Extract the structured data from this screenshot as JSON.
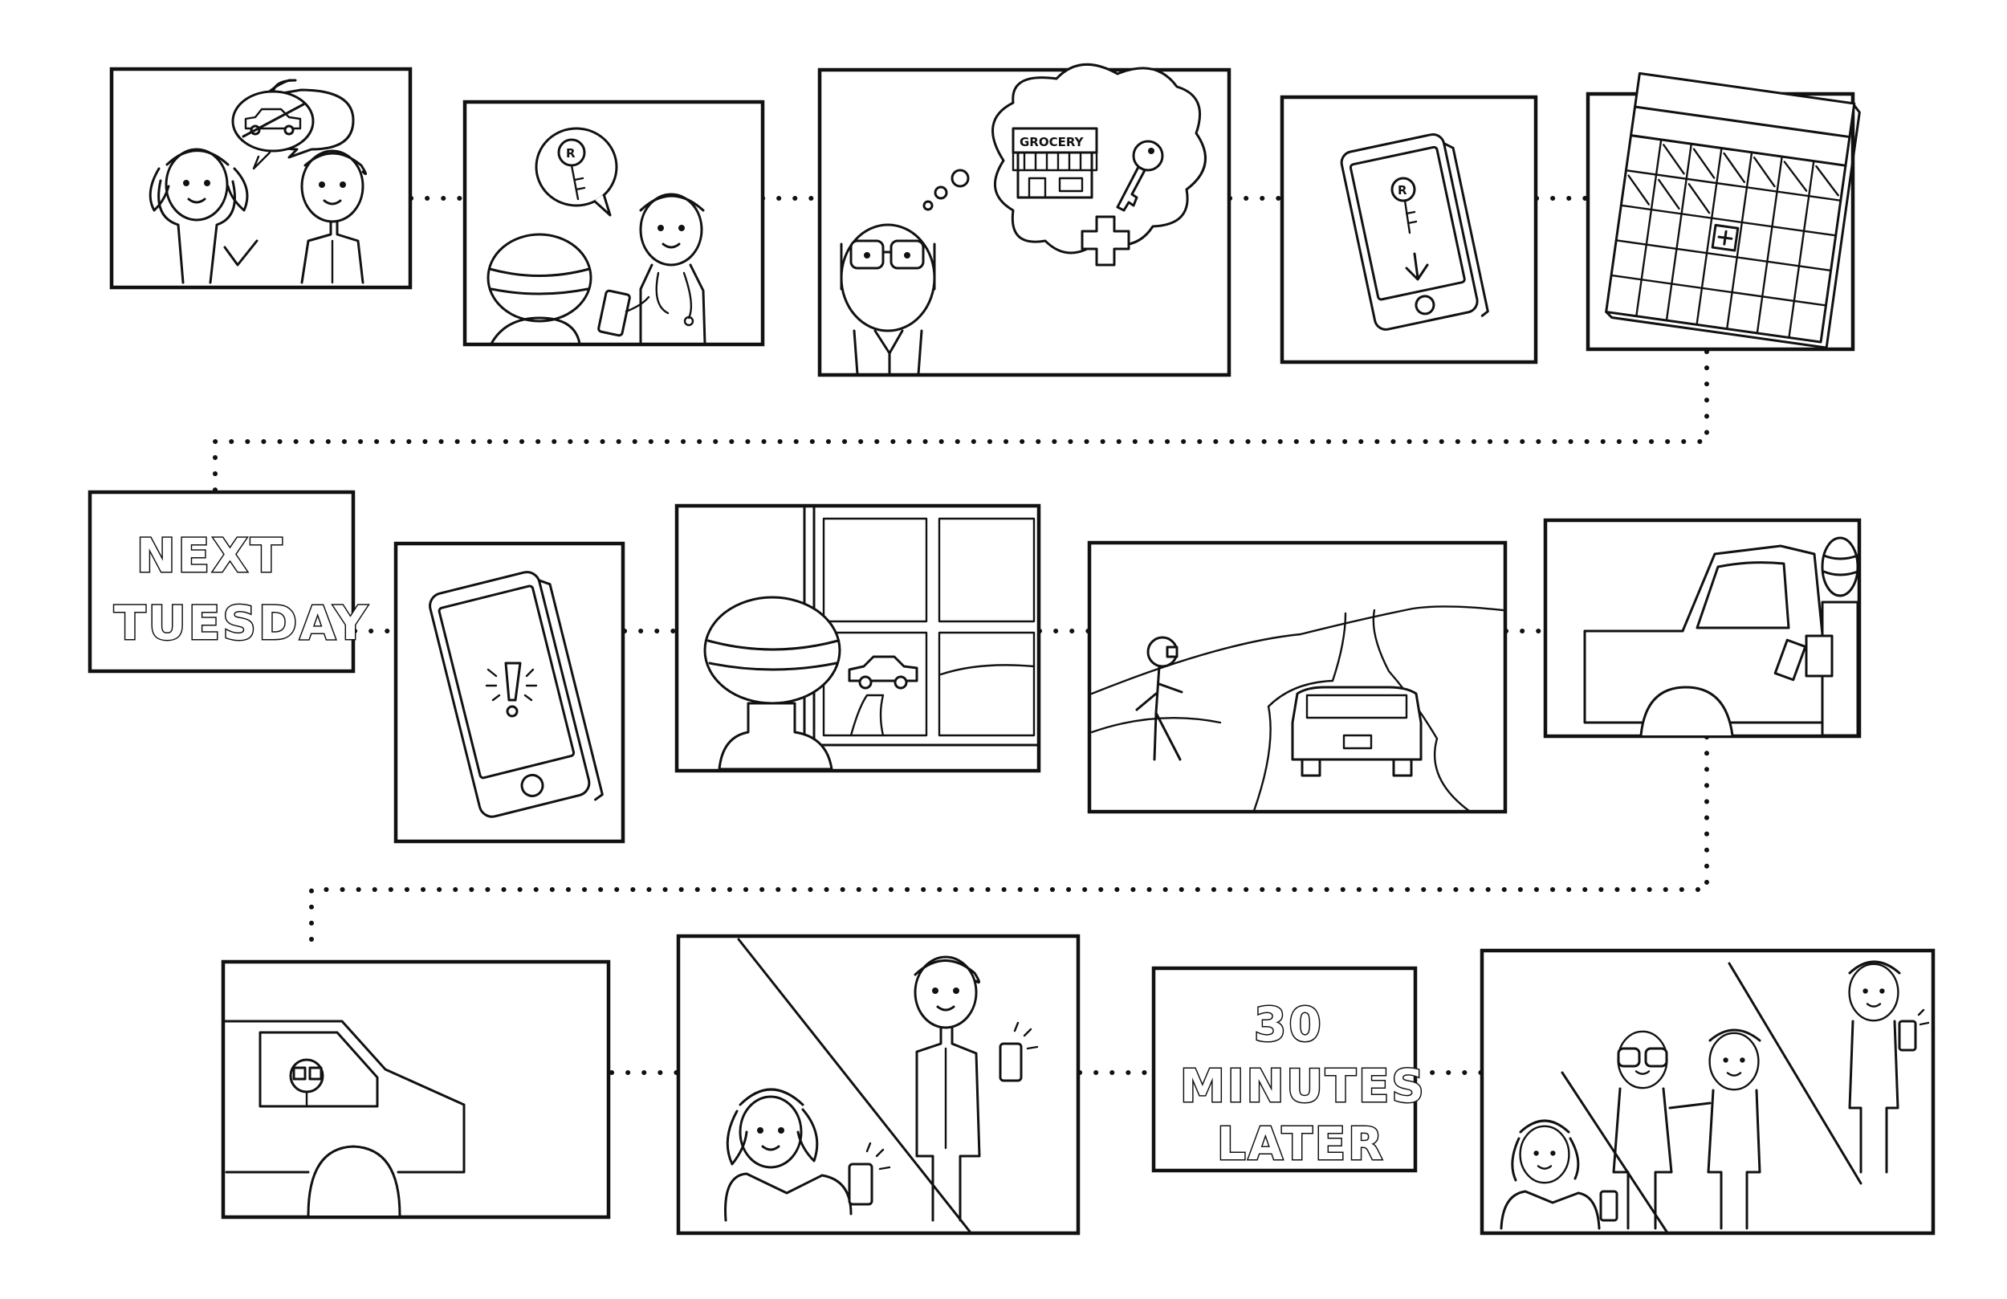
{
  "caption_panels": {
    "next_tuesday": {
      "line1": "NEXT",
      "line2": "TUESDAY"
    },
    "thirty_minutes_later": {
      "line1": "30",
      "line2": "MINUTES",
      "line3": "LATER"
    }
  },
  "signs": {
    "grocery": "GROCERY",
    "key_tag": "R"
  },
  "colors": {
    "ink": "#111111",
    "paper": "#ffffff"
  },
  "icons": [
    "car-icon",
    "key-icon",
    "phone-icon",
    "calendar-icon",
    "medical-cross-icon",
    "grocery-store-icon",
    "exclamation-icon",
    "down-arrow-icon"
  ]
}
